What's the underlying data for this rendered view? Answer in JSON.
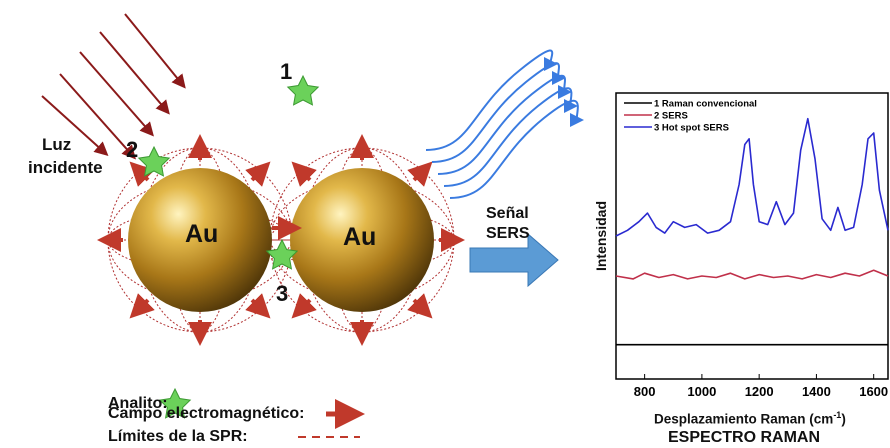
{
  "labels": {
    "light": [
      "Luz",
      "incidente"
    ],
    "particle": "Au",
    "signal": [
      "Señal",
      "SERS"
    ],
    "spot_numbers": [
      "1",
      "2",
      "3"
    ]
  },
  "legend_left": {
    "analyte": "Analito:",
    "field": "Campo electromagnético:",
    "spr": "Límites de la SPR:"
  },
  "spectrum_title": "ESPECTRO RAMAN",
  "colors": {
    "gold": "#b88a1e",
    "field_arrow": "#c0392b",
    "spr_dotted": "#b03030",
    "star": "#6bd15a",
    "incident_light": "#8b1a1a",
    "scatter_waves": "#3a7be0",
    "signal_arrow": "#5b9bd5"
  },
  "chart_data": {
    "type": "line",
    "xlabel_text": "Desplazamiento Raman (cm",
    "xlabel_sup": "-1",
    "xlabel_close": ")",
    "ylabel": "Intensidad",
    "xlim": [
      700,
      1650
    ],
    "x_ticks": [
      800,
      1000,
      1200,
      1400,
      1600
    ],
    "ylim": [
      0,
      1
    ],
    "legend_position": "top-left",
    "series": [
      {
        "name": "1 Raman convencional",
        "color": "#000000",
        "x": [
          700,
          1650
        ],
        "y": [
          0.12,
          0.12
        ]
      },
      {
        "name": "2 SERS",
        "color": "#c0304a",
        "x": [
          700,
          760,
          800,
          850,
          900,
          950,
          1000,
          1050,
          1100,
          1150,
          1200,
          1250,
          1300,
          1350,
          1400,
          1450,
          1500,
          1550,
          1600,
          1650
        ],
        "y": [
          0.36,
          0.35,
          0.37,
          0.355,
          0.365,
          0.35,
          0.36,
          0.355,
          0.37,
          0.35,
          0.365,
          0.355,
          0.36,
          0.35,
          0.365,
          0.355,
          0.37,
          0.36,
          0.38,
          0.36
        ]
      },
      {
        "name": "3 Hot spot SERS",
        "color": "#2a2ad0",
        "x": [
          700,
          740,
          780,
          810,
          840,
          870,
          900,
          940,
          980,
          1020,
          1060,
          1100,
          1130,
          1150,
          1165,
          1180,
          1200,
          1230,
          1260,
          1290,
          1320,
          1345,
          1370,
          1395,
          1420,
          1450,
          1475,
          1500,
          1530,
          1560,
          1580,
          1600,
          1620,
          1650
        ],
        "y": [
          0.5,
          0.52,
          0.55,
          0.58,
          0.53,
          0.51,
          0.55,
          0.53,
          0.54,
          0.51,
          0.52,
          0.55,
          0.68,
          0.82,
          0.84,
          0.68,
          0.55,
          0.54,
          0.62,
          0.54,
          0.58,
          0.8,
          0.91,
          0.77,
          0.56,
          0.52,
          0.6,
          0.52,
          0.53,
          0.68,
          0.84,
          0.86,
          0.66,
          0.52
        ]
      }
    ]
  }
}
